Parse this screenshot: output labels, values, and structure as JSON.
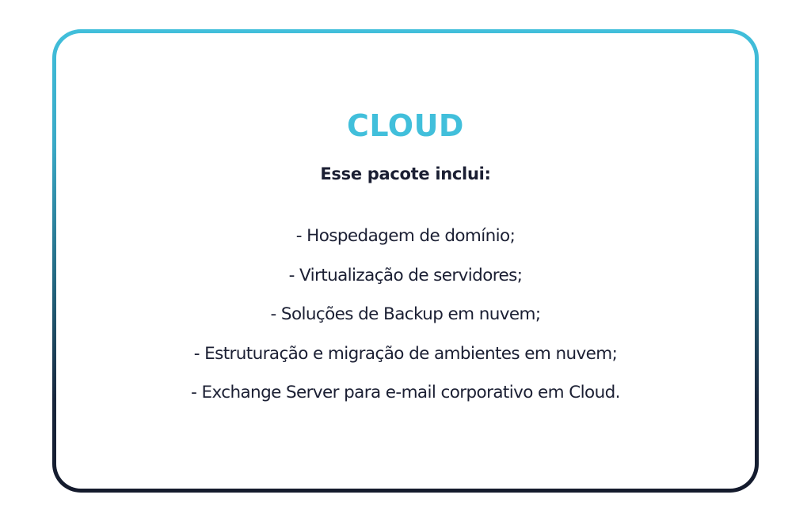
{
  "card": {
    "title": "CLOUD",
    "subtitle": "Esse pacote inclui:",
    "features": [
      "- Hospedagem de domínio;",
      "- Virtualização de servidores;",
      "- Soluções de Backup em nuvem;",
      "- Estruturação e migração de ambientes em nuvem;",
      "- Exchange Server para e-mail corporativo em Cloud."
    ]
  },
  "colors": {
    "accent": "#41bfdb",
    "border_top": "#41bfdb",
    "border_bottom": "#141a2c",
    "text": "#1b1f33",
    "background": "#ffffff"
  }
}
